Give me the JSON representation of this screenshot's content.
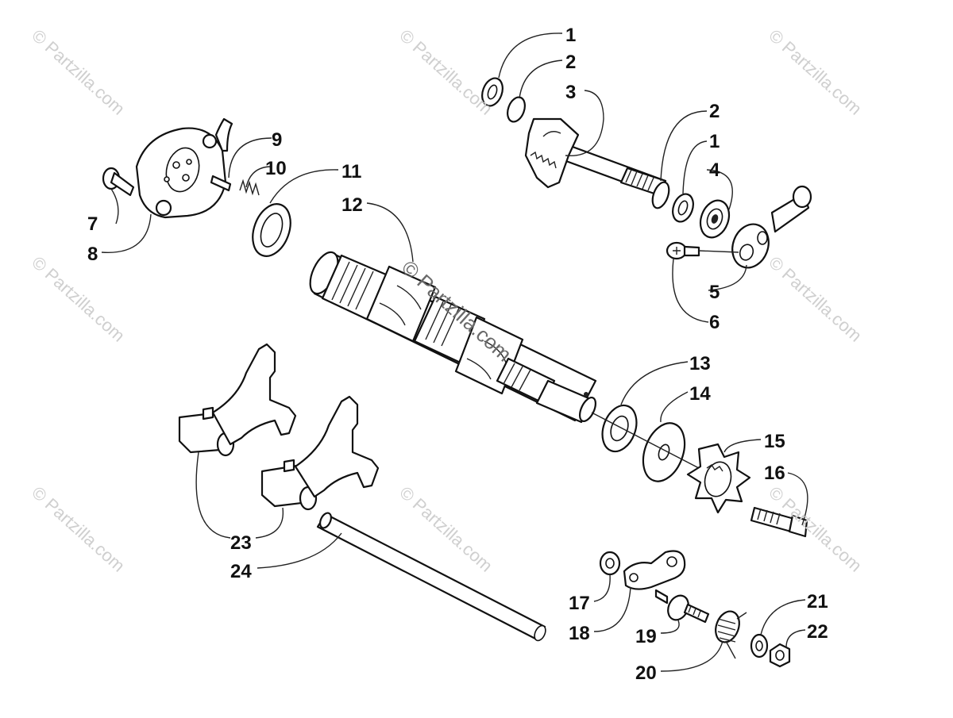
{
  "watermark": {
    "text": "© Partzilla.com",
    "center_text": "© Partzilla.com"
  },
  "labels": [
    "1",
    "2",
    "3",
    "2",
    "1",
    "4",
    "5",
    "6",
    "7",
    "8",
    "9",
    "10",
    "11",
    "12",
    "13",
    "14",
    "15",
    "16",
    "17",
    "18",
    "19",
    "20",
    "21",
    "22",
    "23",
    "24"
  ],
  "colors": {
    "line": "#111111",
    "watermark": "#cfcfcf",
    "background": "#ffffff"
  }
}
